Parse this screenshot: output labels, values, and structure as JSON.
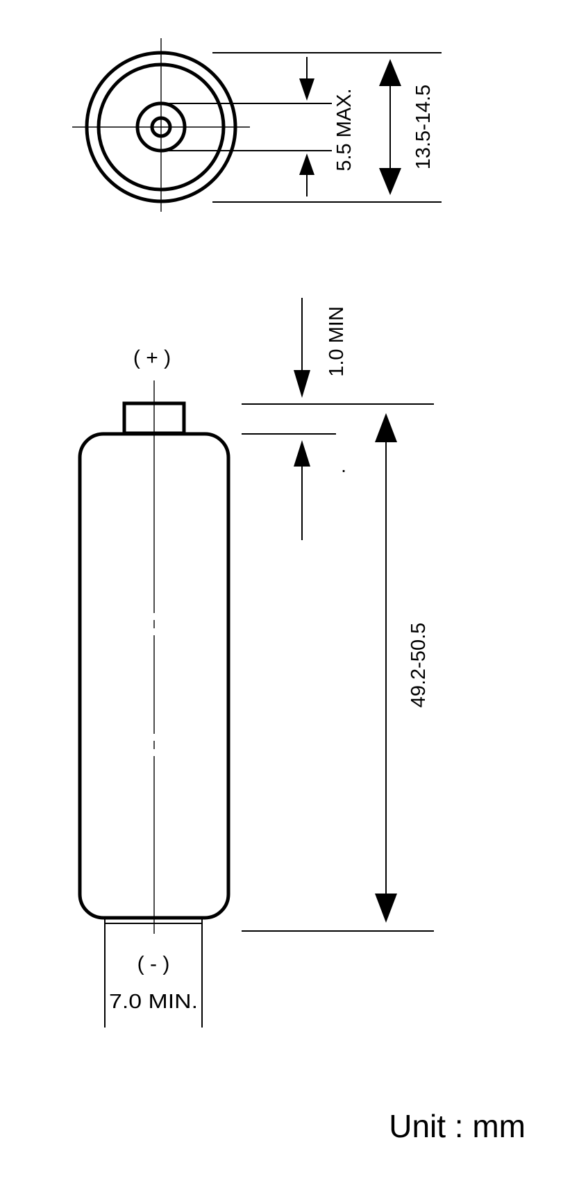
{
  "terminals": {
    "positive": "( + )",
    "negative": "( - )"
  },
  "dimensions": {
    "pip_diameter": "5.5 MAX.",
    "outer_diameter": "13.5-14.5",
    "pip_height": "1.0 MIN",
    "overall_length": "49.2-50.5",
    "negative_terminal_width": "7.0 MIN."
  },
  "unit_label": "Unit : mm",
  "stray_mark": "."
}
